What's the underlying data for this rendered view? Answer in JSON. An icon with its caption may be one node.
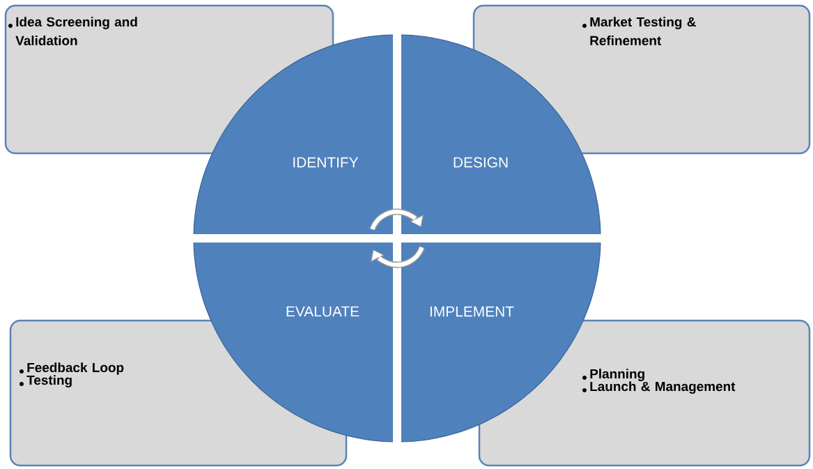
{
  "diagram": {
    "nodes": [
      {
        "text": [
          "Idea Screening and Validation"
        ]
      },
      {
        "text": [
          "Market Testing & Refinement"
        ]
      },
      {
        "text": [
          "IDENTIFY"
        ]
      },
      {
        "text": [
          "DESIGN"
        ]
      },
      {
        "text": [
          "EVALUATE"
        ]
      },
      {
        "text": [
          "IMPLEMENT"
        ]
      },
      {
        "text": [
          "Feedback Loop",
          "Testing"
        ]
      },
      {
        "text": [
          "Planning",
          "Launch & Management"
        ]
      }
    ]
  }
}
